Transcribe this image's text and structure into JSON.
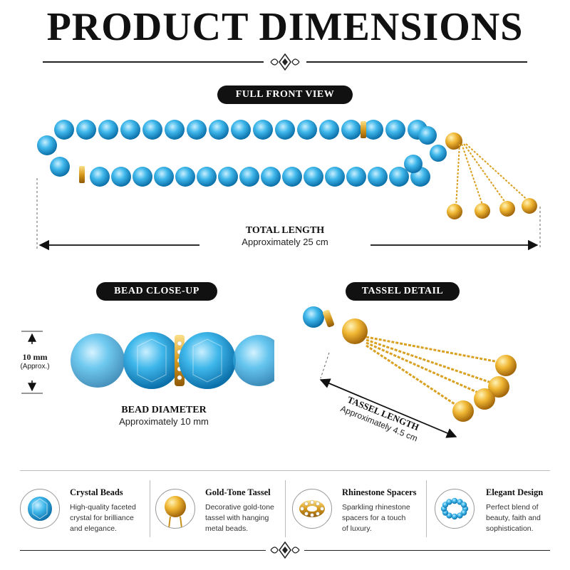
{
  "header": {
    "title": "PRODUCT DIMENSIONS"
  },
  "sections": {
    "full_front": {
      "label": "FULL FRONT VIEW"
    },
    "total_length": {
      "title": "TOTAL LENGTH",
      "value": "Approximately 25 cm"
    },
    "bead_closeup": {
      "label": "BEAD CLOSE-UP",
      "size_value": "10 mm",
      "size_note": "(Approx.)",
      "caption_title": "BEAD DIAMETER",
      "caption_value": "Approximately 10 mm"
    },
    "tassel_detail": {
      "label": "TASSEL DETAIL",
      "length_title": "TASSEL LENGTH",
      "length_value": "Approximately 4.5 cm"
    }
  },
  "features": [
    {
      "icon": "crystal-bead-icon",
      "title": "Crystal Beads",
      "lines": [
        "High-quality faceted",
        "crystal for brilliance",
        "and elegance."
      ]
    },
    {
      "icon": "gold-tassel-icon",
      "title": "Gold-Tone Tassel",
      "lines": [
        "Decorative gold-tone",
        "tassel with hanging",
        "metal beads."
      ]
    },
    {
      "icon": "rhinestone-spacer-icon",
      "title": "Rhinestone Spacers",
      "lines": [
        "Sparkling rhinestone",
        "spacers for a touch",
        "of luxury."
      ]
    },
    {
      "icon": "prayer-beads-icon",
      "title": "Elegant Design",
      "lines": [
        "Perfect blend of",
        "beauty, faith and",
        "sophistication."
      ]
    }
  ],
  "colors": {
    "bead_blue": "#2fa8e0",
    "gold": "#e0a526",
    "text_dark": "#111111"
  }
}
